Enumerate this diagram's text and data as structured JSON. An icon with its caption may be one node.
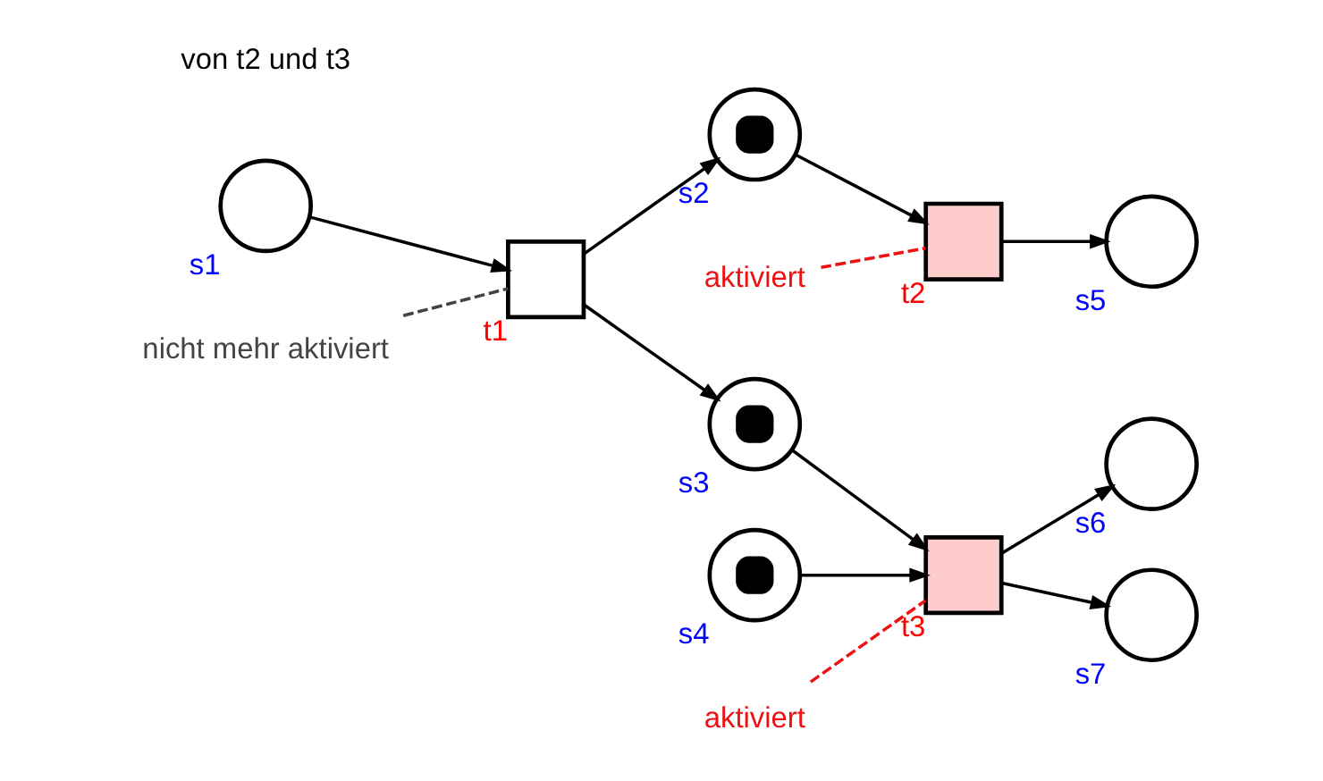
{
  "diagram": {
    "nodes": [
      {
        "text": [],
        "shape": "circle",
        "beside": [
          "s1"
        ]
      },
      {
        "text": [],
        "shape": "box",
        "beside": [
          "t1"
        ]
      },
      {
        "text": [],
        "shape": "circle",
        "beside": [
          "s2"
        ]
      },
      {
        "text": [],
        "shape": "circle",
        "beside": [
          "s3"
        ]
      },
      {
        "text": [],
        "shape": "circle",
        "beside": [
          "s4"
        ]
      },
      {
        "text": [],
        "shape": "box",
        "beside": [
          "t2"
        ]
      },
      {
        "text": [],
        "shape": "box",
        "beside": [
          "t3"
        ]
      },
      {
        "text": [],
        "shape": "circle",
        "beside": [
          "s5"
        ]
      },
      {
        "text": [],
        "shape": "circle",
        "beside": [
          "s6"
        ]
      },
      {
        "text": [],
        "shape": "circle",
        "beside": [
          "s7"
        ]
      },
      {
        "text": [
          "nicht mehr aktiviert"
        ]
      },
      {
        "text": [
          "aktiviert"
        ]
      },
      {
        "text": [
          "aktiviert"
        ]
      }
    ],
    "edges": [
      {
        "from": 0,
        "to": 1,
        "arrow": "to"
      },
      {
        "from": 1,
        "to": 2,
        "arrow": "to"
      },
      {
        "from": 1,
        "to": 3,
        "arrow": "to"
      },
      {
        "from": 2,
        "to": 5,
        "arrow": "to"
      },
      {
        "from": 5,
        "to": 7,
        "arrow": "to"
      },
      {
        "from": 3,
        "to": 6,
        "arrow": "to"
      },
      {
        "from": 4,
        "to": 6,
        "arrow": "to"
      },
      {
        "from": 6,
        "to": 8,
        "arrow": "to"
      },
      {
        "from": 6,
        "to": 9,
        "arrow": "to"
      },
      {
        "from": 10,
        "to": 1,
        "arrow": "none",
        "style": "dashed",
        "color": "#444444"
      },
      {
        "from": 11,
        "to": 5,
        "arrow": "none",
        "style": "dashed",
        "color": "#ee1111"
      },
      {
        "from": 12,
        "to": 6,
        "arrow": "none",
        "style": "dashed",
        "color": "#ee1111"
      }
    ],
    "labels": [
      "von t2 und t3"
    ]
  }
}
